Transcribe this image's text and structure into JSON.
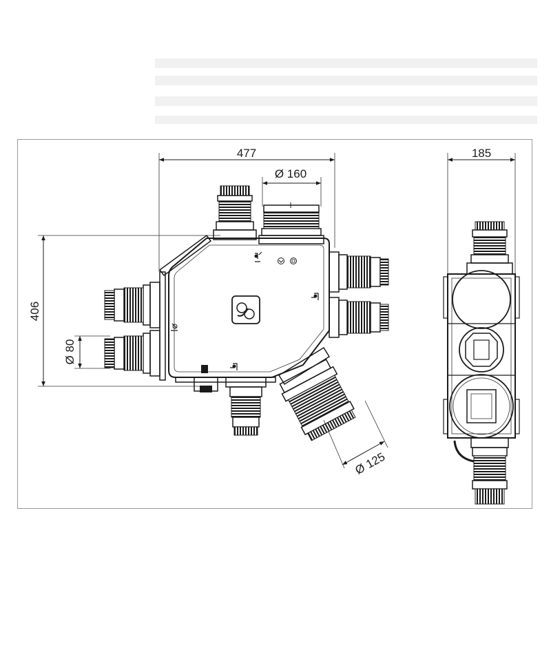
{
  "drawing": {
    "dimensions": {
      "front_width": "477",
      "front_height": "406",
      "side_width": "185",
      "outlet_160": "Ø 160",
      "inlet_80": "Ø 80",
      "inlet_125": "Ø 125"
    },
    "colors": {
      "line": "#1a1a1a",
      "frame": "#9a9a9a",
      "background": "#ffffff"
    },
    "icons": [
      "brand-logo-icon",
      "rotation-icon",
      "reset-icon"
    ]
  }
}
